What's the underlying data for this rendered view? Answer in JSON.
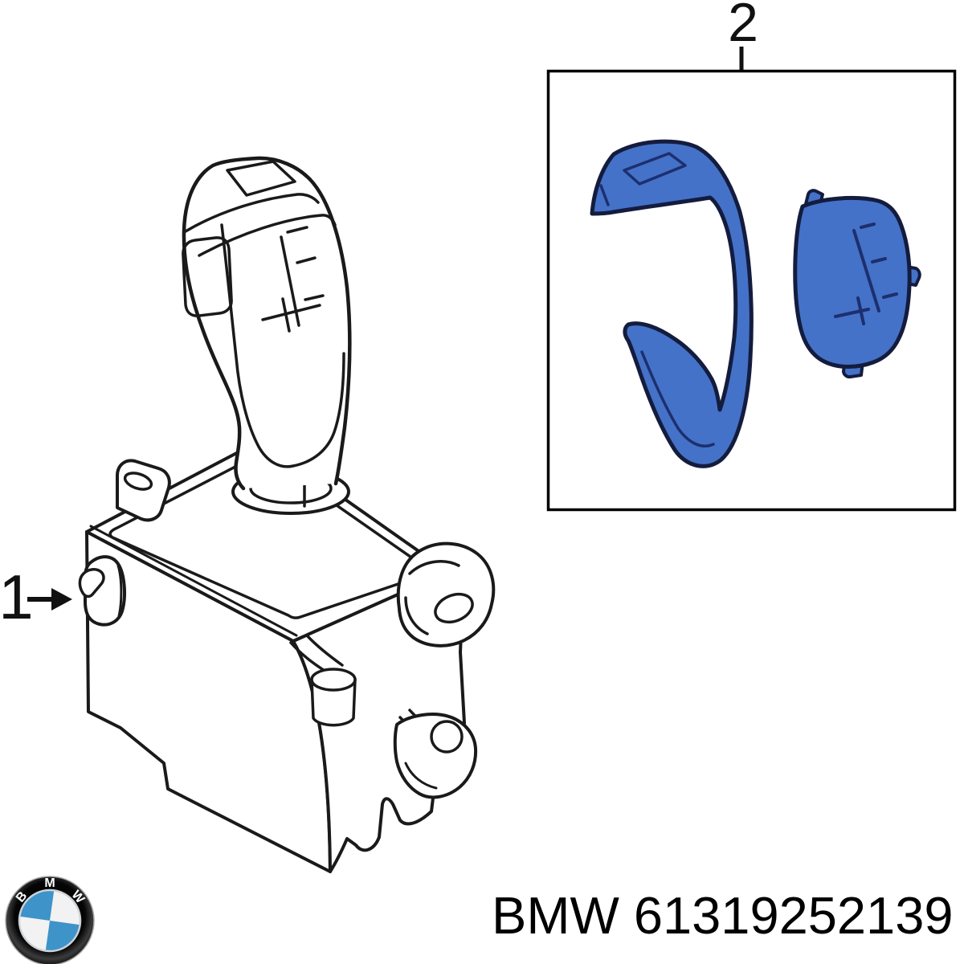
{
  "diagram": {
    "background": "#ffffff",
    "line_color": "#1a1a1a",
    "callouts": {
      "one": {
        "label": "1"
      },
      "two": {
        "label": "2"
      }
    },
    "highlight": {
      "fill": "#4472c8",
      "outline": "#141c3e",
      "detail": "#1d2f6e"
    },
    "footer": {
      "brand": "BMW",
      "part_number": "61319252139"
    },
    "logo": {
      "name": "bmw-roundel",
      "letters": {
        "b": "B",
        "m": "M",
        "w": "W"
      },
      "colors": {
        "ring": "#0d0d0d",
        "quadrant_blue": "#3e93c9",
        "quadrant_white": "#f2f2f2"
      }
    }
  }
}
